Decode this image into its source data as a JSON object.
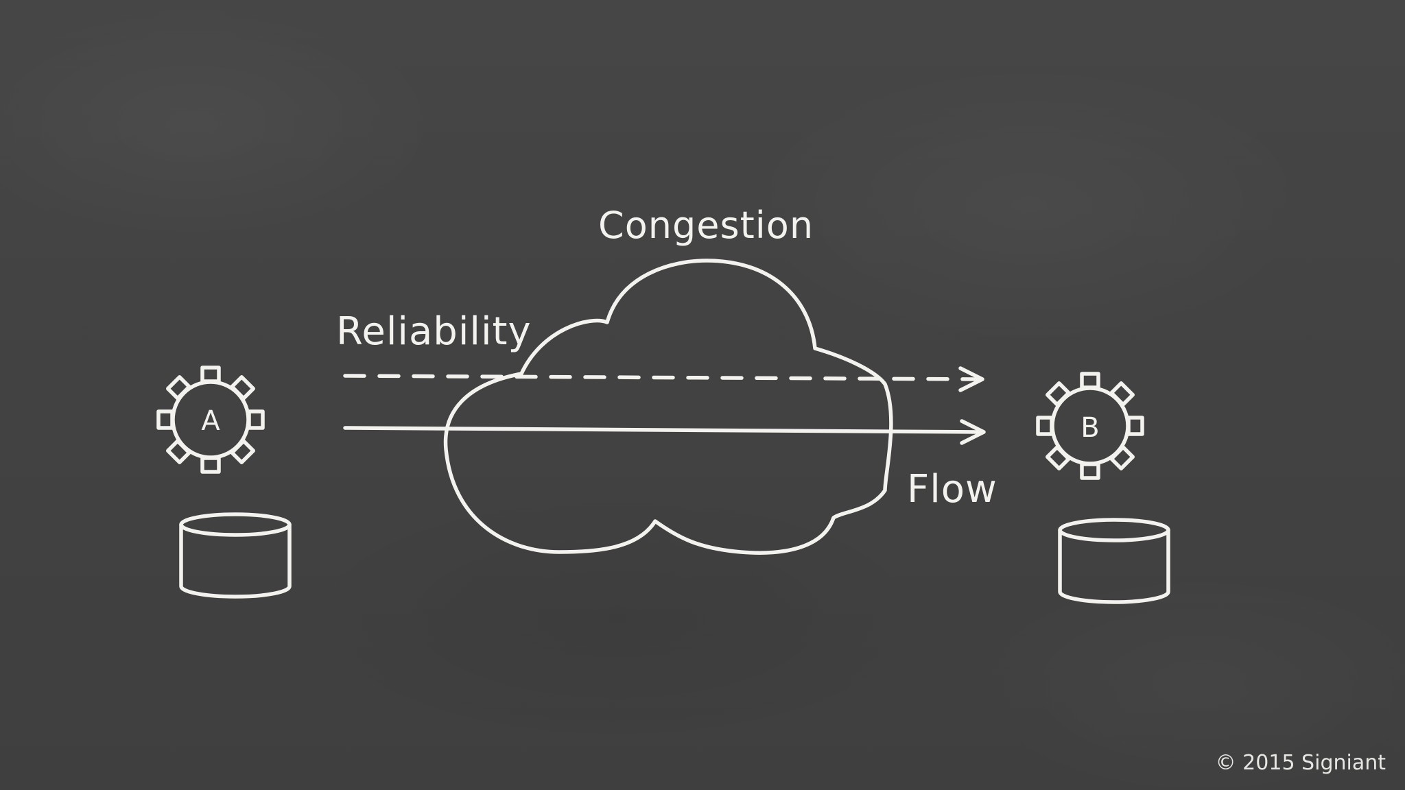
{
  "diagram": {
    "labels": {
      "congestion": "Congestion",
      "reliability": "Reliability",
      "flow": "Flow"
    },
    "nodes": [
      {
        "id": "A",
        "letter": "A",
        "icon": "gear-icon",
        "storage_icon": "database-icon"
      },
      {
        "id": "B",
        "letter": "B",
        "icon": "gear-icon",
        "storage_icon": "database-icon"
      }
    ],
    "network_icon": "cloud-icon",
    "connections": [
      {
        "from": "A",
        "to": "B",
        "style": "dashed",
        "arrow": "arrow-right-icon"
      },
      {
        "from": "A",
        "to": "B",
        "style": "solid",
        "arrow": "arrow-right-icon"
      }
    ]
  },
  "footer": {
    "copyright": "© 2015 Signiant"
  },
  "colors": {
    "board": "#434343",
    "chalk": "#f4f2ee"
  }
}
